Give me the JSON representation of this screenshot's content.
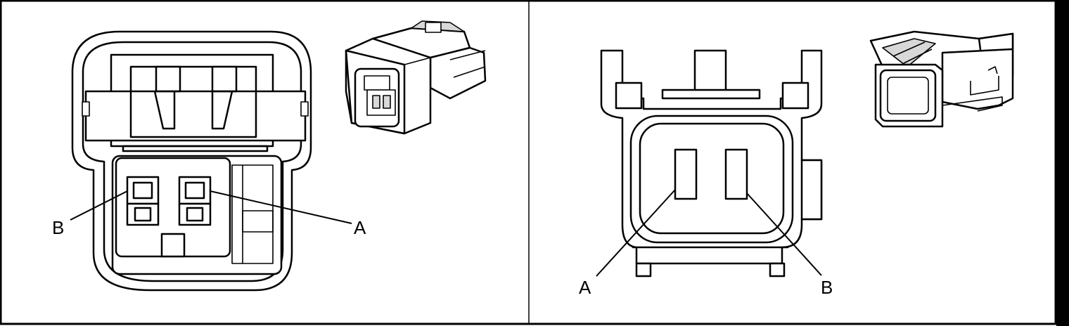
{
  "colors": {
    "line": "#000000",
    "background": "#ffffff",
    "shade": "#d8d8d8"
  },
  "panels": [
    {
      "name": "left-connector-face-view",
      "labels": {
        "terminal_b": "B",
        "terminal_a": "A"
      }
    },
    {
      "name": "right-connector-face-view",
      "labels": {
        "terminal_a": "A",
        "terminal_b": "B"
      }
    }
  ]
}
